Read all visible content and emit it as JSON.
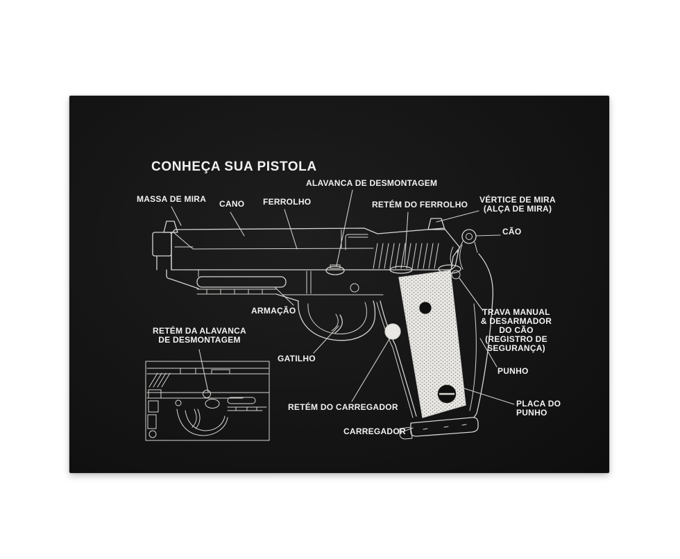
{
  "poster": {
    "title": "CONHEÇA SUA PISTOLA",
    "colors": {
      "page_bg": "#ffffff",
      "poster_bg": "#141414",
      "line": "#d6d6d4",
      "text": "#f2f2f2",
      "grip_panel": "#e9e8e4"
    }
  },
  "part_labels": {
    "massa_de_mira": "MASSA DE MIRA",
    "cano": "CANO",
    "ferrolho": "FERROLHO",
    "alavanca_de_desmontagem": "ALAVANCA DE DESMONTAGEM",
    "retem_do_ferrolho": "RETÉM DO FERROLHO",
    "vertice_de_mira": {
      "lines": [
        "VÉRTICE DE MIRA",
        "(ALÇA DE MIRA)"
      ]
    },
    "cao": "CÃO",
    "armacao": "ARMAÇÃO",
    "retem_da_alavanca": {
      "lines": [
        "RETÉM DA ALAVANCA",
        "DE DESMONTAGEM"
      ]
    },
    "gatilho": "GATILHO",
    "trava_manual": {
      "lines": [
        "TRAVA MANUAL",
        "& DESARMADOR",
        "DO CÃO",
        "(REGISTRO DE",
        "SEGURANÇA)"
      ]
    },
    "punho": "PUNHO",
    "placa_do_punho": {
      "lines": [
        "PLACA DO",
        "PUNHO"
      ]
    },
    "retem_do_carregador": "RETÉM DO CARREGADOR",
    "carregador": "CARREGADOR"
  }
}
